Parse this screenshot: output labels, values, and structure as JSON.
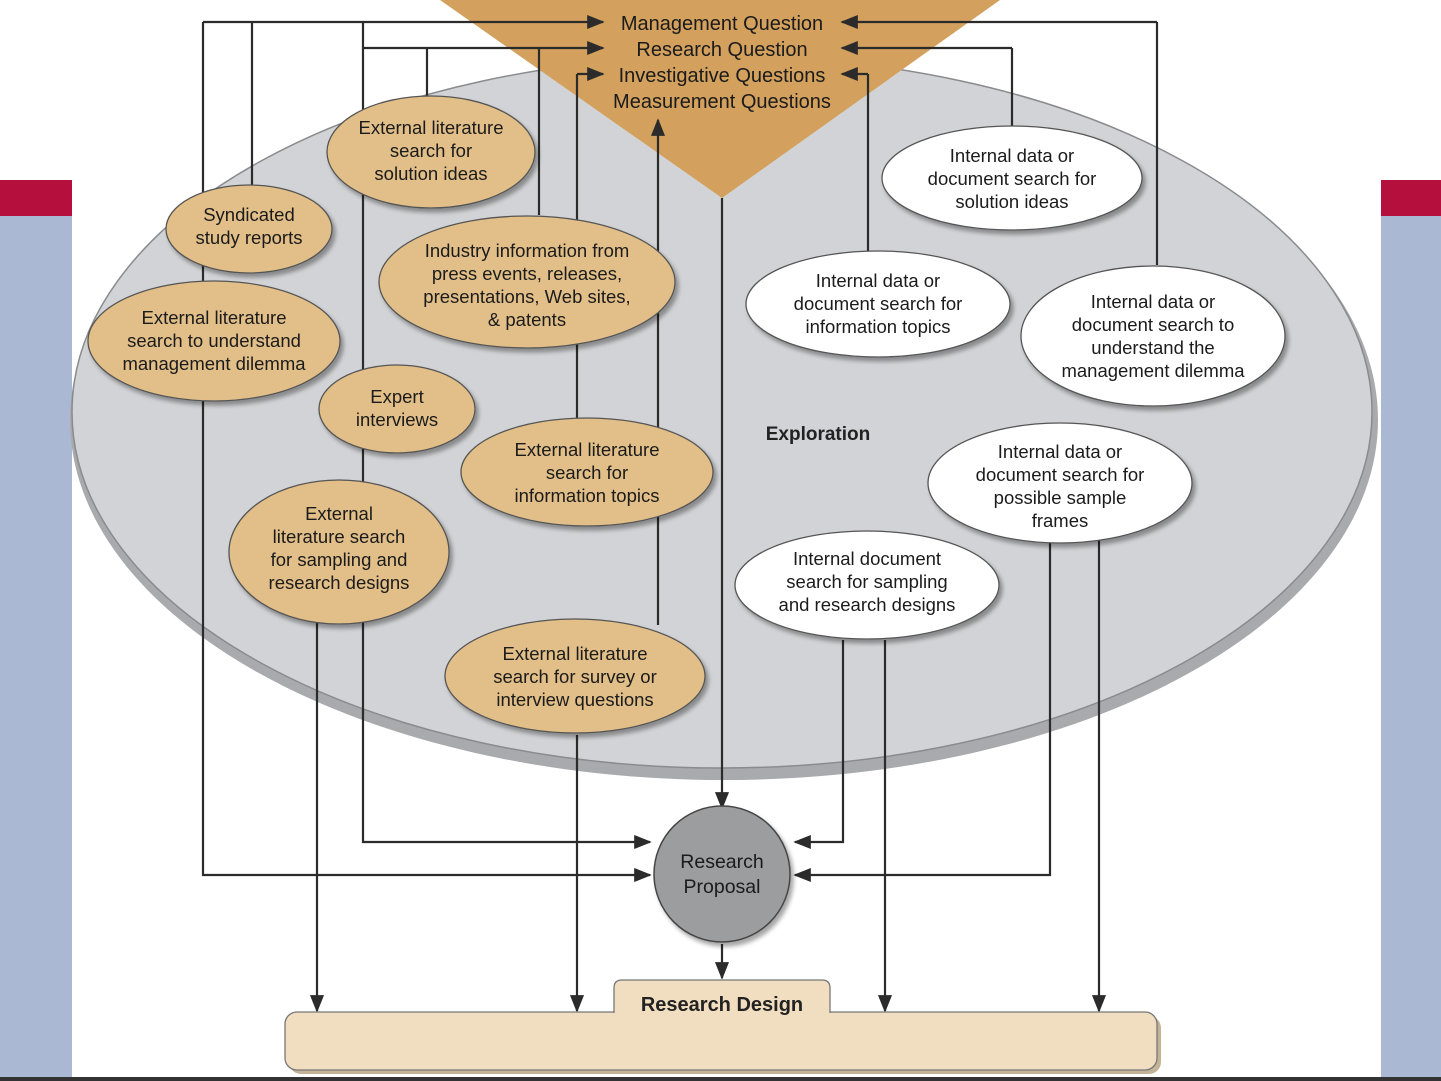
{
  "colors": {
    "side_panel": "#abb8d3",
    "side_accent": "#b5103d",
    "funnel": "#d3a15d",
    "exploration_oval": "#d2d3d6",
    "external_node": "#e2bf88",
    "internal_node": "#ffffff",
    "proposal_circle": "#9c9d9f",
    "design_box": "#f1dec0"
  },
  "funnel": {
    "management_question": "Management Question",
    "research_question": "Research Question",
    "investigative_questions": "Investigative Questions",
    "measurement_questions": "Measurement Questions"
  },
  "exploration_label": "Exploration",
  "external_nodes": {
    "solution_ideas": [
      "External literature",
      "search for",
      "solution ideas"
    ],
    "syndicated_reports": [
      "Syndicated",
      "study reports"
    ],
    "industry_information": [
      "Industry information from",
      "press events, releases,",
      "presentations, Web sites,",
      "& patents"
    ],
    "management_dilemma": [
      "External literature",
      "search to understand",
      "management dilemma"
    ],
    "expert_interviews": [
      "Expert",
      "interviews"
    ],
    "information_topics": [
      "External literature",
      "search for",
      "information topics"
    ],
    "sampling_designs": [
      "External",
      "literature search",
      "for sampling and",
      "research designs"
    ],
    "survey_questions": [
      "External literature",
      "search for survey or",
      "interview questions"
    ]
  },
  "internal_nodes": {
    "solution_ideas": [
      "Internal data or",
      "document search for",
      "solution ideas"
    ],
    "information_topics": [
      "Internal data or",
      "document search for",
      "information topics"
    ],
    "management_dilemma": [
      "Internal data or",
      "document search to",
      "understand the",
      "management dilemma"
    ],
    "sample_frames": [
      "Internal data or",
      "document search for",
      "possible sample",
      "frames"
    ],
    "sampling_designs": [
      "Internal document",
      "search for sampling",
      "and research designs"
    ]
  },
  "proposal": [
    "Research",
    "Proposal"
  ],
  "research_design": "Research Design"
}
